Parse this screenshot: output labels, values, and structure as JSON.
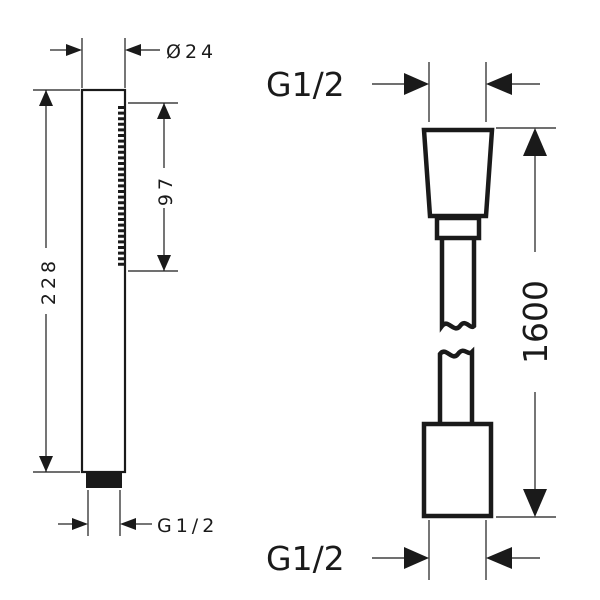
{
  "diagram": {
    "hand_shower": {
      "diameter_label": "Ø24",
      "length_label": "228",
      "spray_length_label": "97",
      "connection_label": "G1/2"
    },
    "hose": {
      "top_connection_label": "G1/2",
      "bottom_connection_label": "G1/2",
      "length_label": "1600"
    }
  }
}
